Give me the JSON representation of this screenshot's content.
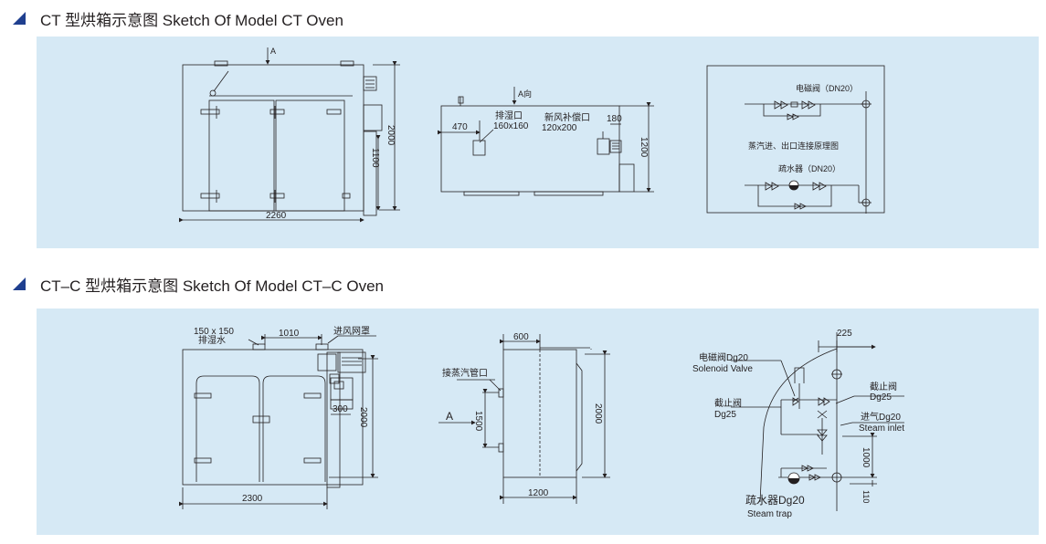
{
  "sections": [
    {
      "title": "CT 型烘箱示意图 Sketch Of Model CT Oven"
    },
    {
      "title": "CT–C 型烘箱示意图 Sketch Of Model CT–C Oven"
    }
  ],
  "ct": {
    "front": {
      "view_mark": "A",
      "width": "2260",
      "height": "2000",
      "sub_height": "1100"
    },
    "side": {
      "view_mark": "A向",
      "offset": "470",
      "exhaust_label": "排湿口",
      "exhaust_size": "160x160",
      "intake_label": "新风补偿口",
      "intake_size": "120x200",
      "right_dim": "180",
      "height": "1200"
    },
    "piping": {
      "solenoid_valve": "电磁阀（DN20）",
      "connection_title": "蒸汽进、出口连接原理图",
      "steam_trap": "疏水器（DN20）"
    }
  },
  "ctc": {
    "front": {
      "hole_size": "150 x 150",
      "drain_label": "排湿水",
      "top_dim": "1010",
      "intake_label": "进风网罩",
      "width": "2300",
      "height": "2000",
      "box_dim": "300"
    },
    "side": {
      "top_dim": "600",
      "steam_pipe_label": "接蒸汽管口",
      "view_mark": "A",
      "mid_dim": "1500",
      "height": "2000",
      "width": "1200"
    },
    "piping": {
      "top_dim": "225",
      "solenoid_cn": "电磁阀Dg20",
      "solenoid_en": "Solenoid Valve",
      "stop_valve_right_cn": "截止阀",
      "stop_valve_right_size": "Dg25",
      "inlet_cn": "进气Dg20",
      "inlet_en": "Steam inlet",
      "stop_valve_left_cn": "截止阀",
      "stop_valve_left_size": "Dg25",
      "right_dim": "1000",
      "bottom_dim": "110",
      "trap_cn": "疏水器Dg20",
      "trap_en": "Steam trap"
    }
  },
  "colors": {
    "panel": "#d6e9f5",
    "marker": "#1f3f8f",
    "line": "#231f20"
  }
}
